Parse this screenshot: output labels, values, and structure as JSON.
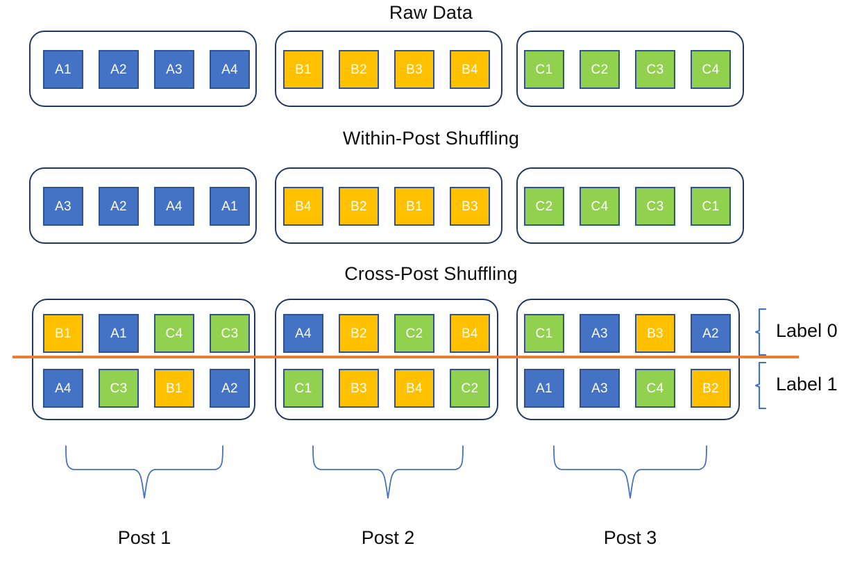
{
  "sections": [
    {
      "id": "raw",
      "title": "Raw Data"
    },
    {
      "id": "within",
      "title": "Within-Post Shuffling"
    },
    {
      "id": "cross",
      "title": "Cross-Post Shuffling"
    }
  ],
  "colors": {
    "blue": "#4472C4",
    "yellow": "#FFC000",
    "green": "#92D050",
    "tile_border": "#2E5395",
    "group_border": "#1F3864",
    "divider_orange": "#ED7D31",
    "brace_blue": "#4472C4",
    "text": "#0D0D0D",
    "background": "#FFFFFF"
  },
  "raw_data": {
    "groups": [
      {
        "tiles": [
          {
            "label": "A1",
            "color": "blue"
          },
          {
            "label": "A2",
            "color": "blue"
          },
          {
            "label": "A3",
            "color": "blue"
          },
          {
            "label": "A4",
            "color": "blue"
          }
        ]
      },
      {
        "tiles": [
          {
            "label": "B1",
            "color": "yellow"
          },
          {
            "label": "B2",
            "color": "yellow"
          },
          {
            "label": "B3",
            "color": "yellow"
          },
          {
            "label": "B4",
            "color": "yellow"
          }
        ]
      },
      {
        "tiles": [
          {
            "label": "C1",
            "color": "green"
          },
          {
            "label": "C2",
            "color": "green"
          },
          {
            "label": "C3",
            "color": "green"
          },
          {
            "label": "C4",
            "color": "green"
          }
        ]
      }
    ]
  },
  "within_post": {
    "groups": [
      {
        "tiles": [
          {
            "label": "A3",
            "color": "blue"
          },
          {
            "label": "A2",
            "color": "blue"
          },
          {
            "label": "A4",
            "color": "blue"
          },
          {
            "label": "A1",
            "color": "blue"
          }
        ]
      },
      {
        "tiles": [
          {
            "label": "B4",
            "color": "yellow"
          },
          {
            "label": "B2",
            "color": "yellow"
          },
          {
            "label": "B1",
            "color": "yellow"
          },
          {
            "label": "B3",
            "color": "yellow"
          }
        ]
      },
      {
        "tiles": [
          {
            "label": "C2",
            "color": "green"
          },
          {
            "label": "C4",
            "color": "green"
          },
          {
            "label": "C3",
            "color": "green"
          },
          {
            "label": "C1",
            "color": "green"
          }
        ]
      }
    ]
  },
  "cross_post": {
    "groups": [
      {
        "post": "Post 1",
        "row0": [
          {
            "label": "B1",
            "color": "yellow"
          },
          {
            "label": "A1",
            "color": "blue"
          },
          {
            "label": "C4",
            "color": "green"
          },
          {
            "label": "C3",
            "color": "green"
          }
        ],
        "row1": [
          {
            "label": "A4",
            "color": "blue"
          },
          {
            "label": "C3",
            "color": "green"
          },
          {
            "label": "B1",
            "color": "yellow"
          },
          {
            "label": "A2",
            "color": "blue"
          }
        ]
      },
      {
        "post": "Post 2",
        "row0": [
          {
            "label": "A4",
            "color": "blue"
          },
          {
            "label": "B2",
            "color": "yellow"
          },
          {
            "label": "C2",
            "color": "green"
          },
          {
            "label": "B4",
            "color": "yellow"
          }
        ],
        "row1": [
          {
            "label": "C1",
            "color": "green"
          },
          {
            "label": "B3",
            "color": "yellow"
          },
          {
            "label": "B4",
            "color": "yellow"
          },
          {
            "label": "C2",
            "color": "green"
          }
        ]
      },
      {
        "post": "Post 3",
        "row0": [
          {
            "label": "C1",
            "color": "green"
          },
          {
            "label": "A3",
            "color": "blue"
          },
          {
            "label": "B3",
            "color": "yellow"
          },
          {
            "label": "A2",
            "color": "blue"
          }
        ],
        "row1": [
          {
            "label": "A1",
            "color": "blue"
          },
          {
            "label": "A3",
            "color": "blue"
          },
          {
            "label": "C4",
            "color": "green"
          },
          {
            "label": "B2",
            "color": "yellow"
          }
        ]
      }
    ],
    "side_labels": [
      {
        "text": "Label 0"
      },
      {
        "text": "Label 1"
      }
    ]
  },
  "post_labels": [
    {
      "text": "Post 1"
    },
    {
      "text": "Post 2"
    },
    {
      "text": "Post 3"
    }
  ]
}
